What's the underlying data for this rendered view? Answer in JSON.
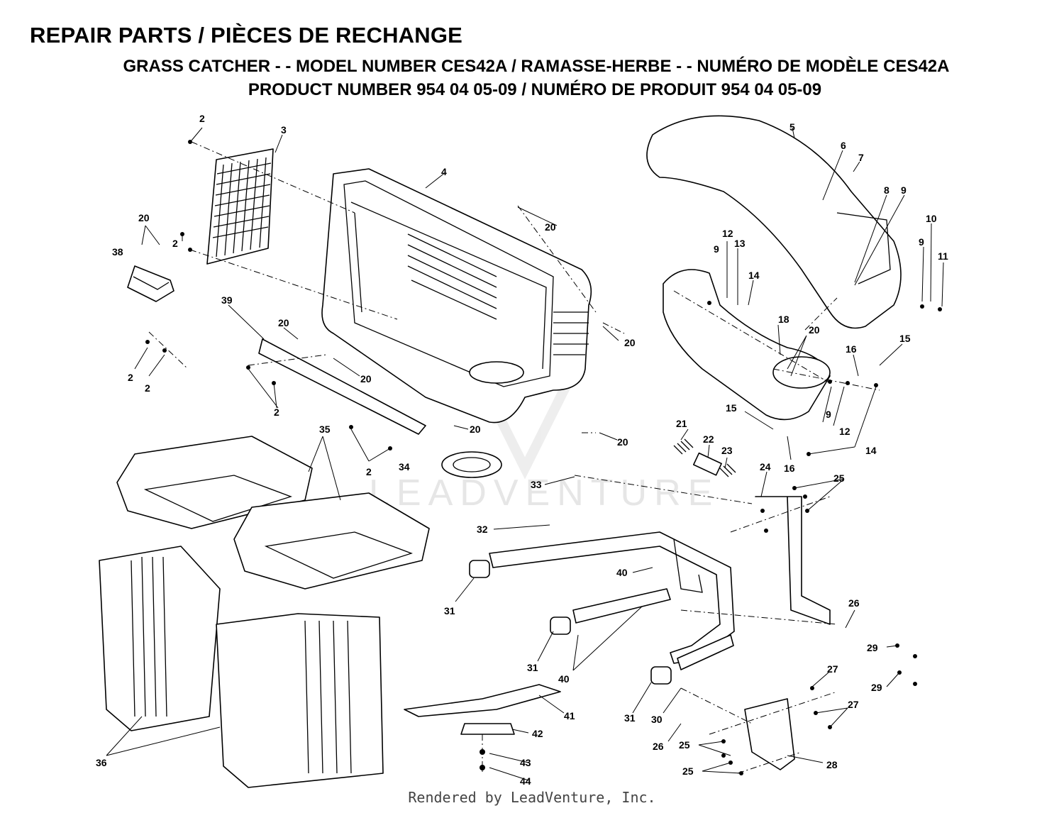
{
  "header": {
    "title": "REPAIR PARTS / PIÈCES DE RECHANGE",
    "subtitle": "GRASS CATCHER - - MODEL NUMBER CES42A / RAMASSE-HERBE - - NUMÉRO DE MODÈLE CES42A",
    "product_line": "PRODUCT NUMBER  954 04 05-09 / NUMÉRO DE PRODUIT 954 04 05-09"
  },
  "watermark": "LEADVENTURE",
  "footer": "Rendered by LeadVenture, Inc.",
  "callouts": [
    "2",
    "3",
    "20",
    "38",
    "2",
    "39",
    "20",
    "2",
    "2",
    "2",
    "20",
    "20",
    "4",
    "20",
    "20",
    "2",
    "20",
    "35",
    "34",
    "36",
    "5",
    "6",
    "7",
    "8",
    "9",
    "10",
    "9",
    "11",
    "12",
    "9",
    "13",
    "14",
    "18",
    "20",
    "16",
    "15",
    "9",
    "12",
    "15",
    "16",
    "14",
    "21",
    "22",
    "23",
    "33",
    "24",
    "25",
    "32",
    "40",
    "31",
    "26",
    "31",
    "40",
    "29",
    "29",
    "27",
    "27",
    "31",
    "30",
    "26",
    "25",
    "25",
    "28",
    "41",
    "42",
    "43",
    "44"
  ]
}
